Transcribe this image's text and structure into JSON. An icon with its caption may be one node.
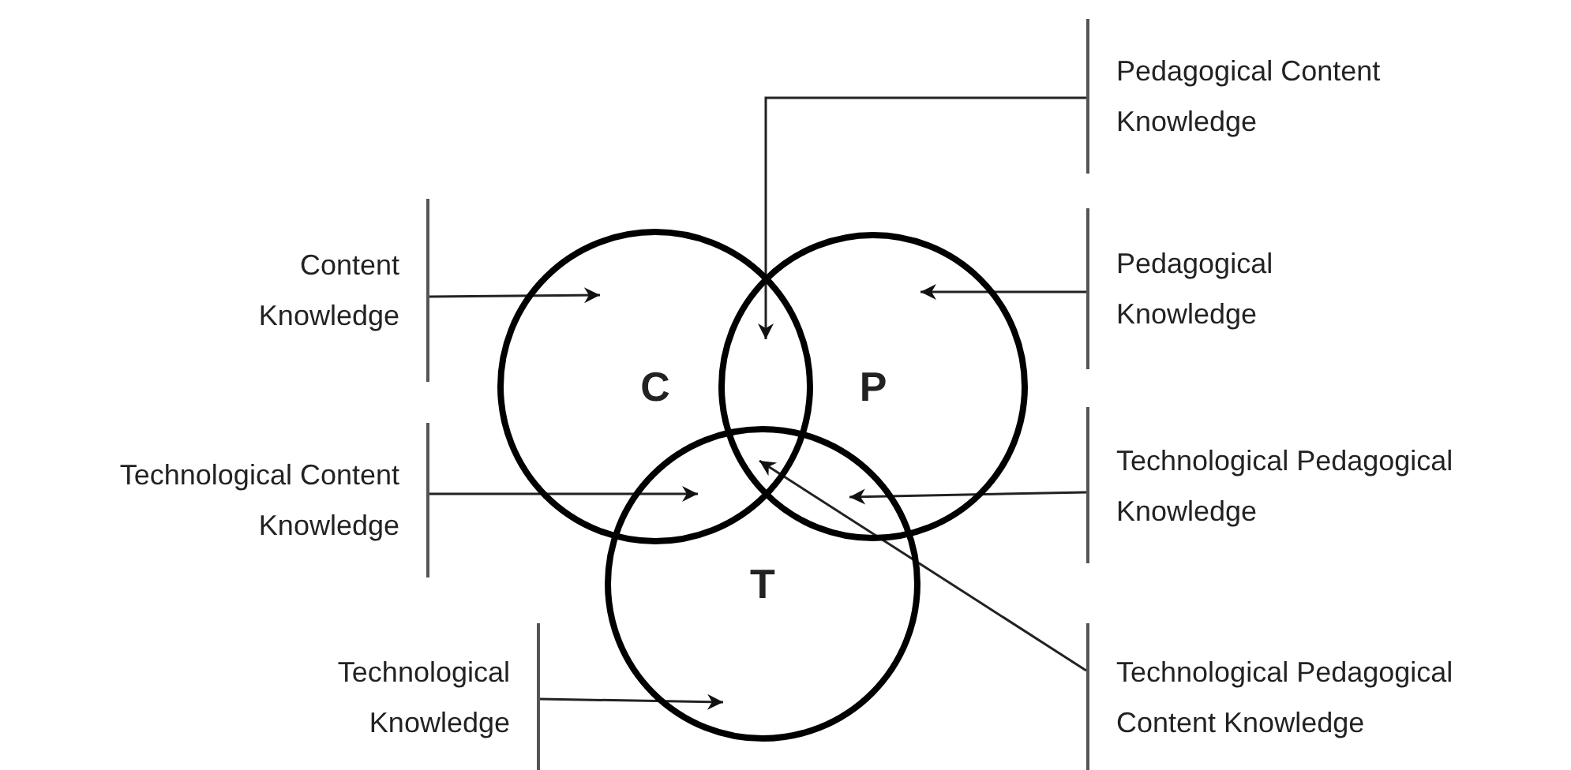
{
  "diagram": {
    "nodes": [
      {
        "text": [
          "Pedagogical Content Knowledge"
        ]
      },
      {
        "text": [
          "Content Knowledge"
        ]
      },
      {
        "text": [
          "Pedagogical Knowledge"
        ]
      },
      {
        "text": [
          "C"
        ]
      },
      {
        "text": [
          "P"
        ]
      },
      {
        "text": [
          "Technological Content Knowledge"
        ]
      },
      {
        "text": [
          "Technological Pedagogical Knowledge"
        ]
      },
      {
        "text": [
          "T"
        ]
      },
      {
        "text": [
          "Technological Knowledge"
        ]
      },
      {
        "text": [
          "Technological Pedagogical Content Knowledge"
        ]
      }
    ],
    "edges": [
      {
        "from": 0,
        "to": 4,
        "arrow": "to"
      },
      {
        "from": 1,
        "to": 3,
        "arrow": "to"
      },
      {
        "from": 2,
        "to": 4,
        "arrow": "to"
      },
      {
        "from": 5,
        "to": 3,
        "arrow": "to"
      },
      {
        "from": 6,
        "to": 4,
        "arrow": "to"
      },
      {
        "from": 8,
        "to": 7,
        "arrow": "to"
      },
      {
        "from": 9,
        "to": 4,
        "arrow": "to"
      }
    ]
  }
}
